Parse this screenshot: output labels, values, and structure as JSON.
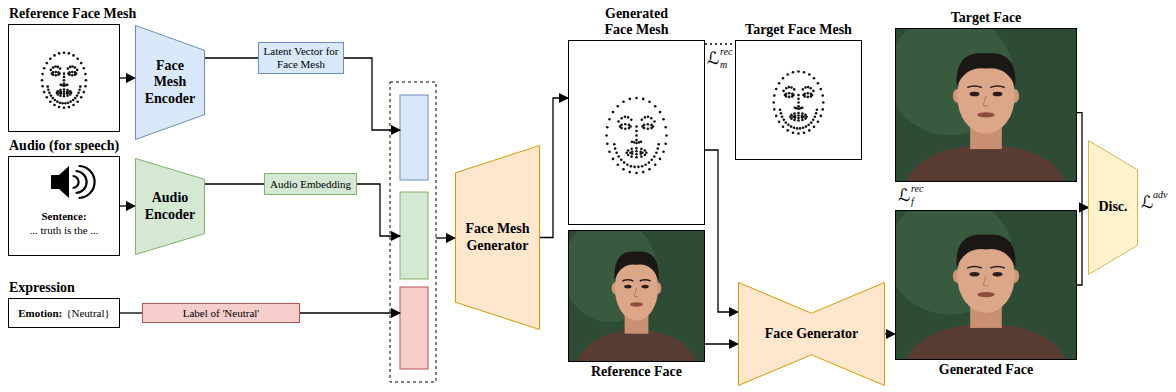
{
  "diagram": {
    "nodes": [
      {
        "text": [
          "Reference Face Mesh"
        ]
      },
      {
        "text": [
          "Face Mesh Encoder"
        ]
      },
      {
        "text": [
          "Latent Vector for Face Mesh"
        ]
      },
      {
        "text": [
          "Audio (for speech)",
          "Sentence:",
          "... truth is the ..."
        ]
      },
      {
        "text": [
          "Audio Encoder"
        ]
      },
      {
        "text": [
          "Audio Embedding"
        ]
      },
      {
        "text": [
          "Expression",
          "Emotion:",
          "{Neutral}"
        ]
      },
      {
        "text": [
          "Label of 'Neutral'"
        ]
      },
      {
        "text": [
          "Face Mesh Generator"
        ]
      },
      {
        "text": [
          "Generated Face Mesh"
        ]
      },
      {
        "text": [
          "Target Face Mesh"
        ]
      },
      {
        "text": [
          "Reference Face"
        ]
      },
      {
        "text": [
          "Face Generator"
        ]
      },
      {
        "text": [
          "Target Face"
        ]
      },
      {
        "text": [
          "Generated Face"
        ]
      },
      {
        "text": [
          "Disc."
        ]
      }
    ],
    "edges": [
      {
        "from": 0,
        "to": 1,
        "arrow": "to"
      },
      {
        "from": 1,
        "to": 2,
        "arrow": "none"
      },
      {
        "from": 3,
        "to": 4,
        "arrow": "to"
      },
      {
        "from": 4,
        "to": 5,
        "arrow": "none"
      },
      {
        "from": 6,
        "to": 7,
        "arrow": "none"
      },
      {
        "from": 8,
        "to": 9,
        "arrow": "to"
      },
      {
        "from": 9,
        "to": 10,
        "arrow": "none"
      },
      {
        "from": 9,
        "to": 12,
        "arrow": "to"
      },
      {
        "from": 11,
        "to": 12,
        "arrow": "to"
      },
      {
        "from": 12,
        "to": 14,
        "arrow": "to"
      },
      {
        "from": 13,
        "to": 15,
        "arrow": "to"
      },
      {
        "from": 14,
        "to": 15,
        "arrow": "to"
      }
    ],
    "labels": [
      "ℒ",
      "rec",
      "m",
      "ℒ",
      "rec",
      "f",
      "ℒ",
      "adv"
    ]
  }
}
